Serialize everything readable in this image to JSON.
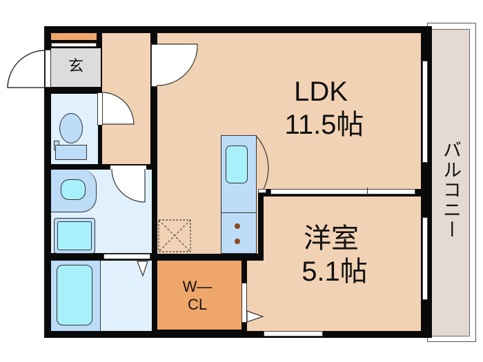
{
  "floorplan": {
    "rooms": {
      "ldk": {
        "name": "LDK",
        "size": "11.5帖",
        "color": "#f2d2b4"
      },
      "western": {
        "name": "洋室",
        "size": "5.1帖",
        "color": "#f2d2b4"
      },
      "genkan": {
        "name": "玄",
        "color": "#dcdcdc"
      },
      "wcl": {
        "name_line1": "W—",
        "name_line2": "CL",
        "color": "#efa66a"
      },
      "balcony": {
        "name": "バルコニー",
        "color": "#e4dad2"
      },
      "toilet": {
        "color": "#e0f0fc"
      },
      "washroom": {
        "color": "#e0f0fc"
      },
      "bathroom": {
        "color": "#e0f0fc"
      }
    },
    "fixtures": {
      "fixture_color": "#a8f0fc",
      "kitchen_color": "#bcdcf8"
    },
    "wall_color": "#0a0a0a"
  }
}
